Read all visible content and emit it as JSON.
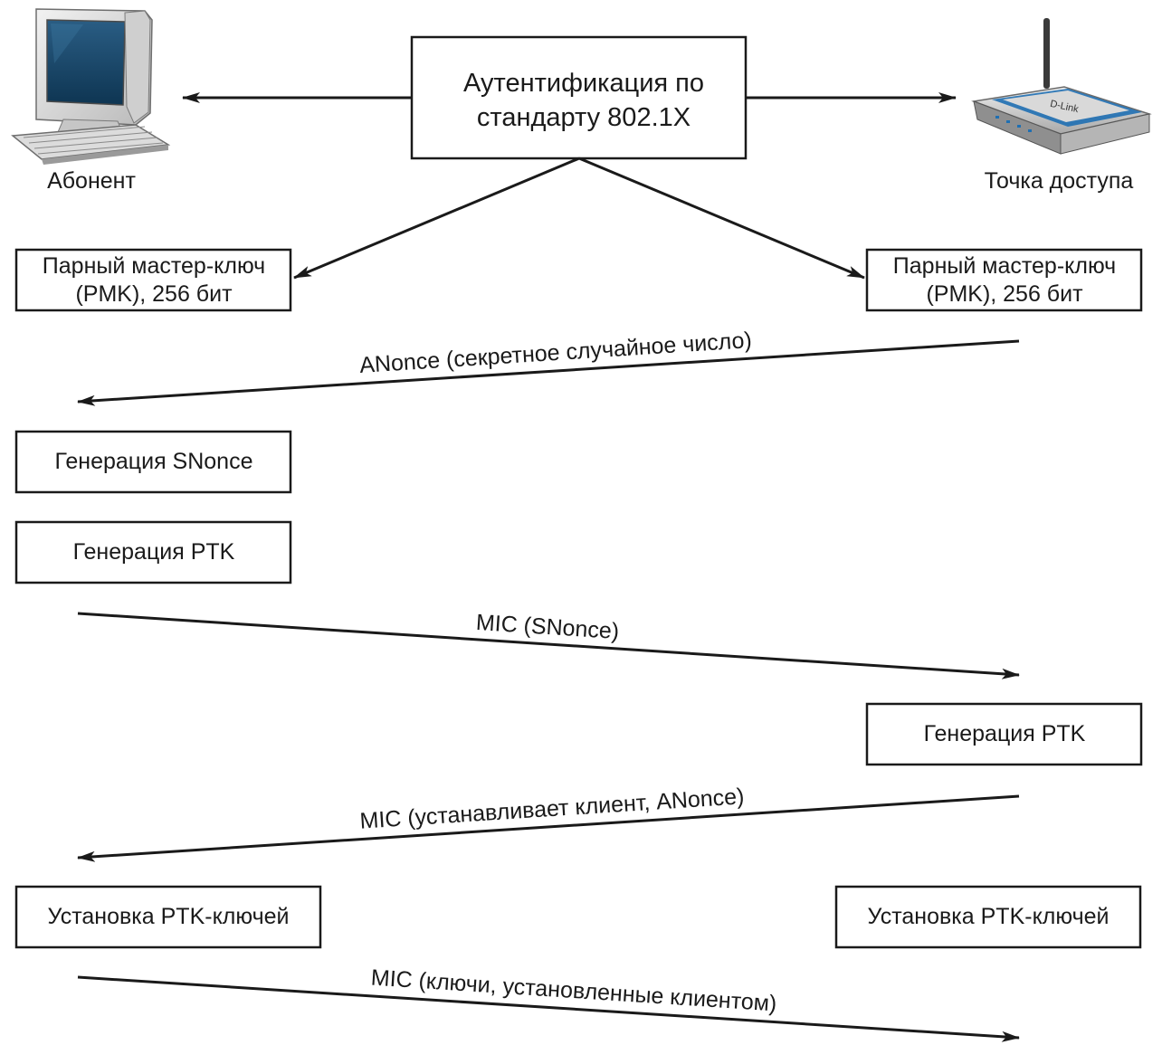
{
  "devices": {
    "client_label": "Абонент",
    "ap_label": "Точка доступа",
    "ap_brand_text": "D-Link"
  },
  "auth_box": {
    "line1": "Аутентификация по",
    "line2": "стандарту 802.1X"
  },
  "pmk_left": {
    "line1": "Парный мастер-ключ",
    "line2": "(PMK), 256 бит"
  },
  "pmk_right": {
    "line1": "Парный мастер-ключ",
    "line2": "(PMK), 256 бит"
  },
  "messages": {
    "anonce": "ANonce (секретное случайное число)",
    "mic_snonce": "MIC (SNonce)",
    "mic_client_anonce": "MIC (устанавливает клиент, ANonce)",
    "mic_keys": "MIC (ключи, установленные клиентом)"
  },
  "client_steps": {
    "gen_snonce": "Генерация SNonce",
    "gen_ptk": "Генерация PTK",
    "install_ptk": "Установка PTK-ключей"
  },
  "ap_steps": {
    "gen_ptk": "Генерация PTK",
    "install_ptk": "Установка PTK-ключей"
  }
}
